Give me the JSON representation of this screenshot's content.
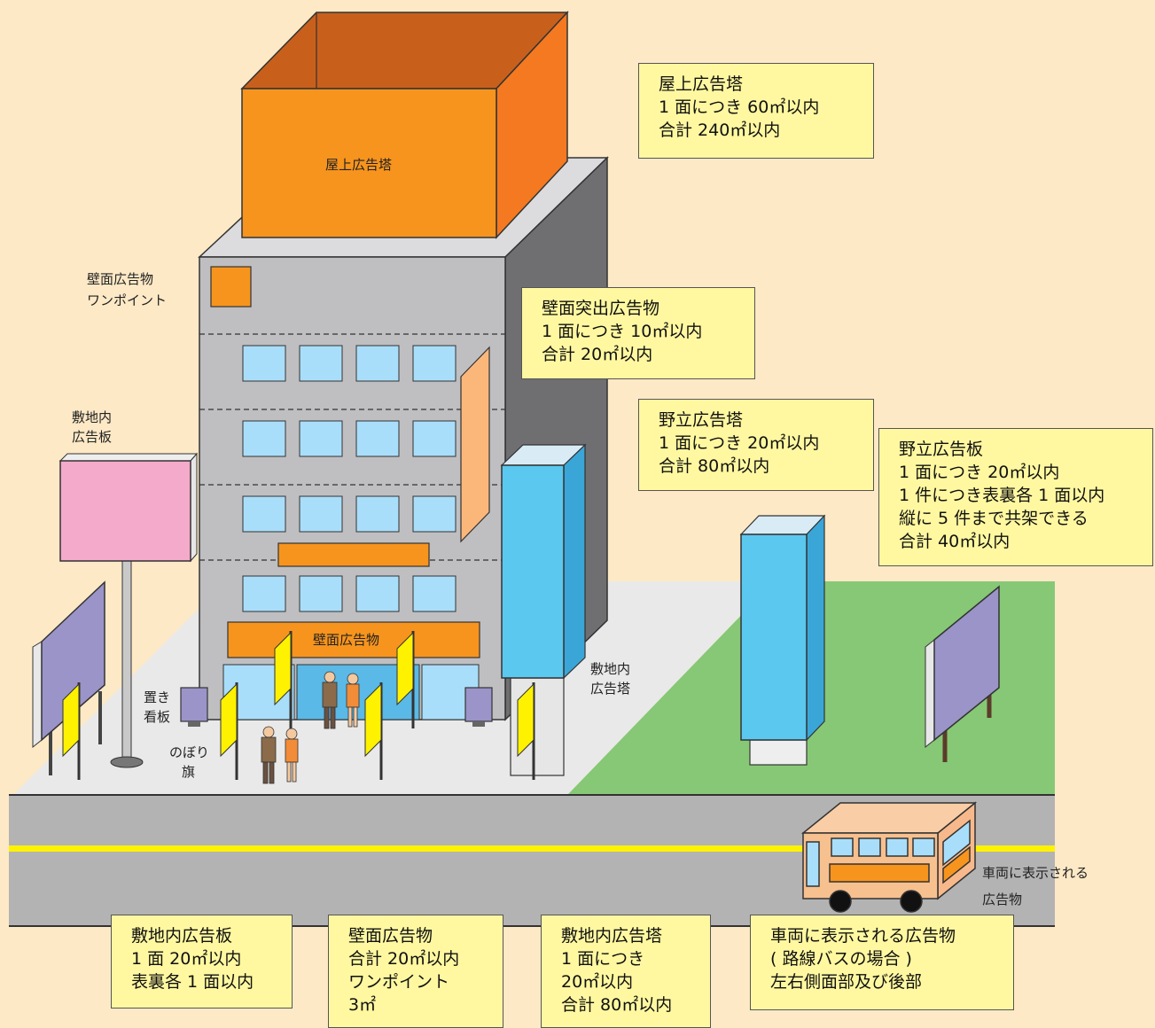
{
  "labels": {
    "rooftop_tower": "屋上広告塔",
    "wall_onepoint": [
      "壁面広告物",
      "ワンポイント"
    ],
    "onsite_board": [
      "敷地内",
      "広告板"
    ],
    "wall_ad": "壁面広告物",
    "placed_sign": [
      "置き",
      "看板"
    ],
    "banner_flag": [
      "のぼり",
      "旗"
    ],
    "onsite_tower": [
      "敷地内",
      "広告塔"
    ],
    "vehicle": [
      "車両に表示される",
      "広告物"
    ]
  },
  "boxes": {
    "rooftop": [
      "屋上広告塔",
      " 1 面につき 60㎡以内",
      "合計 240㎡以内"
    ],
    "projecting": [
      "壁面突出広告物",
      " 1 面につき 10㎡以内",
      "合計 20㎡以内"
    ],
    "field_tower": [
      "野立広告塔",
      " 1 面につき 20㎡以内",
      "合計 80㎡以内"
    ],
    "field_board": [
      "野立広告板",
      " 1 面につき 20㎡以内",
      " 1 件につき表裏各 1 面以内",
      "縦に 5 件まで共架できる",
      "合計 40㎡以内"
    ],
    "onsite_board": [
      "敷地内広告板",
      " 1 面 20㎡以内",
      "表裏各 1 面以内"
    ],
    "wall": [
      "壁面広告物",
      "合計 20㎡以内",
      "ワンポイント",
      " 3㎡"
    ],
    "onsite_tower": [
      "敷地内広告塔",
      " 1 面につき",
      "20㎡以内",
      "合計 80㎡以内"
    ],
    "vehicle": [
      "車両に表示される広告物",
      "( 路線バスの場合 )",
      "左右側面部及び後部"
    ]
  },
  "colors": {
    "background": "#fde9c6",
    "info_box": "#fff8a0",
    "building": "#bfbfc1",
    "rooftop_orange": "#f7941d",
    "sign_blue": "#5bc8f0",
    "board_purple": "#9b94c8",
    "board_pink": "#f4aacb",
    "lawn": "#86c875",
    "road": "#b3b3b3",
    "road_line": "#fff200"
  }
}
